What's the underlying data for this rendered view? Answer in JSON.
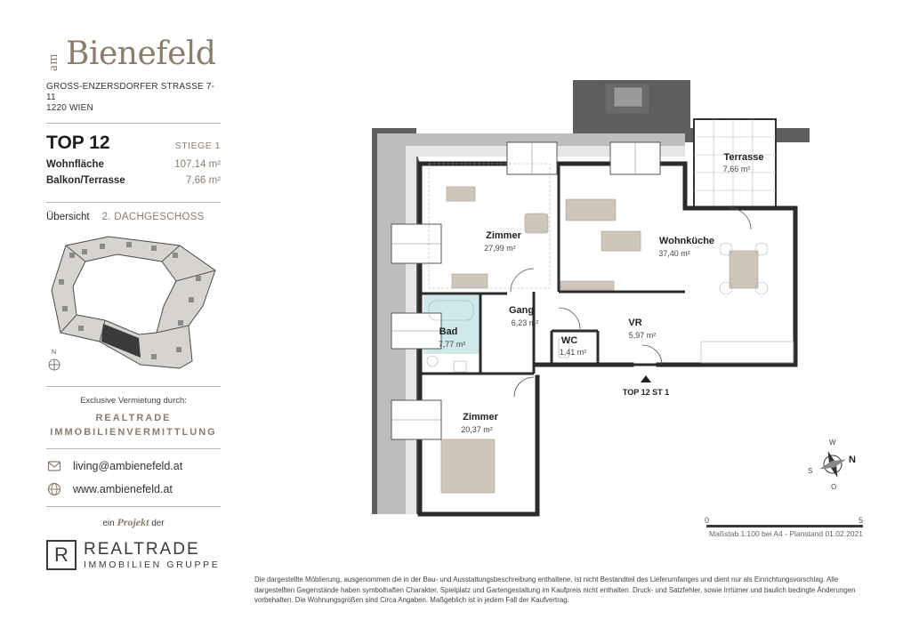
{
  "brand": {
    "prefix": "am",
    "name": "Bienefeld"
  },
  "address": {
    "line1": "GROSS-ENZERSDORFER STRASSE 7-11",
    "line2": "1220 WIEN"
  },
  "unit": {
    "title": "TOP 12",
    "stiege": "STIEGE 1",
    "wohnflaeche_label": "Wohnfläche",
    "wohnflaeche_value": "107,14 m²",
    "balkon_label": "Balkon/Terrasse",
    "balkon_value": "7,66 m²"
  },
  "overview": {
    "label": "Übersicht",
    "floor": "2. DACHGESCHOSS"
  },
  "minimap": {
    "north_label": "N"
  },
  "rental": {
    "intro": "Exclusive Vermietung durch:",
    "agent_line1": "REALTRADE",
    "agent_line2": "IMMOBILIENVERMITTLUNG"
  },
  "contact": {
    "email": "living@ambienefeld.at",
    "website": "www.ambienefeld.at",
    "email_icon": "mail-icon",
    "web_icon": "globe-icon"
  },
  "projekt": {
    "pre": "ein",
    "word": "Projekt",
    "post": "der"
  },
  "company": {
    "logo_letter": "R",
    "name": "REALTRADE",
    "sub": "IMMOBILIEN GRUPPE"
  },
  "rooms": [
    {
      "name": "Terrasse",
      "area": "7,66 m²"
    },
    {
      "name": "Zimmer",
      "area": "27,99 m²"
    },
    {
      "name": "Wohnküche",
      "area": "37,40 m²"
    },
    {
      "name": "Gang",
      "area": "6,23 m²"
    },
    {
      "name": "Bad",
      "area": "7,77 m²"
    },
    {
      "name": "WC",
      "area": "1,41 m²"
    },
    {
      "name": "VR",
      "area": "5,97 m²"
    },
    {
      "name": "Zimmer",
      "area": "20,37 m²"
    }
  ],
  "entrance_label": "TOP 12 ST 1",
  "compass": {
    "n": "N",
    "s": "S",
    "o": "O",
    "w": "W"
  },
  "scale": {
    "start": "0",
    "end": "5",
    "note": "Maßstab 1:100 bei A4 - Planstand 01.02.2021"
  },
  "disclaimer": "Die dargestellte Möblierung, ausgenommen die in der Bau- und Ausstattungsbeschreibung enthaltene, ist nicht Bestandteil des Lieferumfanges und dient nur als Einrichtungsvorschlag. Alle dargestellten Gegenstände haben symbolhaften Charakter. Spielplatz und Gartengestaltung im Kaufpreis nicht enthalten. Druck- und Satzfehler, sowie Irrtümer und baulich bedingte Änderungen vorbehalten. Die Wohnungsgrößen sind Circa Angaben. Maßgeblich ist in jedem Fall der Kaufvertrag.",
  "colors": {
    "accent": "#8a7d6b",
    "roof": "#5e5e5e",
    "bath": "#cfe9ea",
    "wall": "#2b2b2b",
    "furniture": "#cfc6bb"
  }
}
